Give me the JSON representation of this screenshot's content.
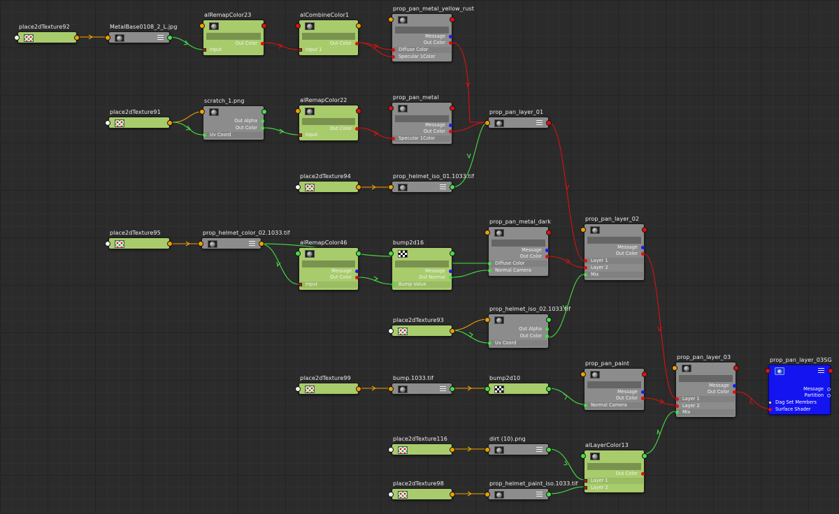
{
  "editor": {
    "name": "Hypershade node graph"
  },
  "colors": {
    "background": "#2b2b2b",
    "texture_node": "#a8cc6c",
    "utility_node": "#8c8c8c",
    "shading_group_node": "#1414f0",
    "wire_color": "#dd1010",
    "wire_uv": "#46e046",
    "wire_message": "#f0a000"
  },
  "nodes": {
    "place2dTexture92": {
      "title": "place2dTexture92"
    },
    "MetalBase0108": {
      "title": "MetalBase0108_2_L.jpg"
    },
    "alRemapColor23": {
      "title": "alRemapColor23",
      "rows": {
        "out_color": "Out Color",
        "input": "Input"
      }
    },
    "alCombineColor1": {
      "title": "alCombineColor1",
      "rows": {
        "out_color": "Out Color",
        "input1": "Input 1"
      }
    },
    "prop_pan_metal_yellow_rust": {
      "title": "prop_pan_metal_yellow_rust",
      "rows": {
        "message": "Message",
        "out_color": "Out Color",
        "diffuse": "Diffuse Color",
        "specular": "Specular 1Color"
      }
    },
    "place2dTexture91": {
      "title": "place2dTexture91"
    },
    "scratch_1": {
      "title": "scratch_1.png",
      "rows": {
        "out_alpha": "Out Alpha",
        "out_color": "Out Color",
        "uv": "Uv Coord"
      }
    },
    "alRemapColor22": {
      "title": "alRemapColor22",
      "rows": {
        "out_color": "Out Color",
        "input": "Input"
      }
    },
    "prop_pan_metal": {
      "title": "prop_pan_metal",
      "rows": {
        "message": "Message",
        "out_color": "Out Color",
        "specular": "Specular 1Color"
      }
    },
    "prop_pan_layer_01": {
      "title": "prop_pan_layer_01"
    },
    "place2dTexture94": {
      "title": "place2dTexture94"
    },
    "prop_helmet_iso_01": {
      "title": "prop_helmet_iso_01.1033.tif"
    },
    "place2dTexture95": {
      "title": "place2dTexture95"
    },
    "prop_helmet_color_02": {
      "title": "prop_helmet_color_02.1033.tif"
    },
    "alRemapColor46": {
      "title": "alRemapColor46",
      "rows": {
        "message": "Message",
        "out_color": "Out Color",
        "input": "Input"
      }
    },
    "bump2d16": {
      "title": "bump2d16",
      "rows": {
        "message": "Message",
        "out_normal": "Out Normal",
        "bump_value": "Bump Value"
      }
    },
    "prop_pan_metal_dark": {
      "title": "prop_pan_metal_dark",
      "rows": {
        "message": "Message",
        "out_color": "Out Color",
        "diffuse": "Diffuse Color",
        "normal": "Normal Camera"
      }
    },
    "prop_pan_layer_02": {
      "title": "prop_pan_layer_02",
      "rows": {
        "message": "Message",
        "out_color": "Out Color",
        "layer1": "Layer 1",
        "layer2": "Layer 2",
        "mix": "Mix"
      }
    },
    "place2dTexture93": {
      "title": "place2dTexture93"
    },
    "prop_helmet_iso_02": {
      "title": "prop_helmet_iso_02.1033.tif",
      "rows": {
        "out_alpha": "Out Alpha",
        "out_color": "Out Color",
        "uv": "Uv Coord"
      }
    },
    "place2dTexture99": {
      "title": "place2dTexture99"
    },
    "bump_1033": {
      "title": "bump.1033.tif"
    },
    "bump2d10": {
      "title": "bump2d10"
    },
    "prop_pan_paint": {
      "title": "prop_pan_paint",
      "rows": {
        "message": "Message",
        "out_color": "Out Color",
        "normal": "Normal Camera"
      }
    },
    "prop_pan_layer_03": {
      "title": "prop_pan_layer_03",
      "rows": {
        "message": "Message",
        "out_color": "Out Color",
        "layer1": "Layer 1",
        "layer2": "Layer 2",
        "mix": "Mix"
      }
    },
    "prop_pan_layer_03SG": {
      "title": "prop_pan_layer_03SG",
      "rows": {
        "message": "Message",
        "partition": "Partition",
        "dag": "Dag Set Members",
        "surface": "Surface Shader"
      }
    },
    "place2dTexture116": {
      "title": "place2dTexture116"
    },
    "dirt_10": {
      "title": "dirt (10).png"
    },
    "alLayerColor13": {
      "title": "alLayerColor13",
      "rows": {
        "out_color": "Out Color",
        "layer1": "Layer 1",
        "layer2": "Layer 2"
      }
    },
    "place2dTexture98": {
      "title": "place2dTexture98"
    },
    "prop_helmet_paint_iso": {
      "title": "prop_helmet_paint_iso.1033.tif"
    }
  }
}
